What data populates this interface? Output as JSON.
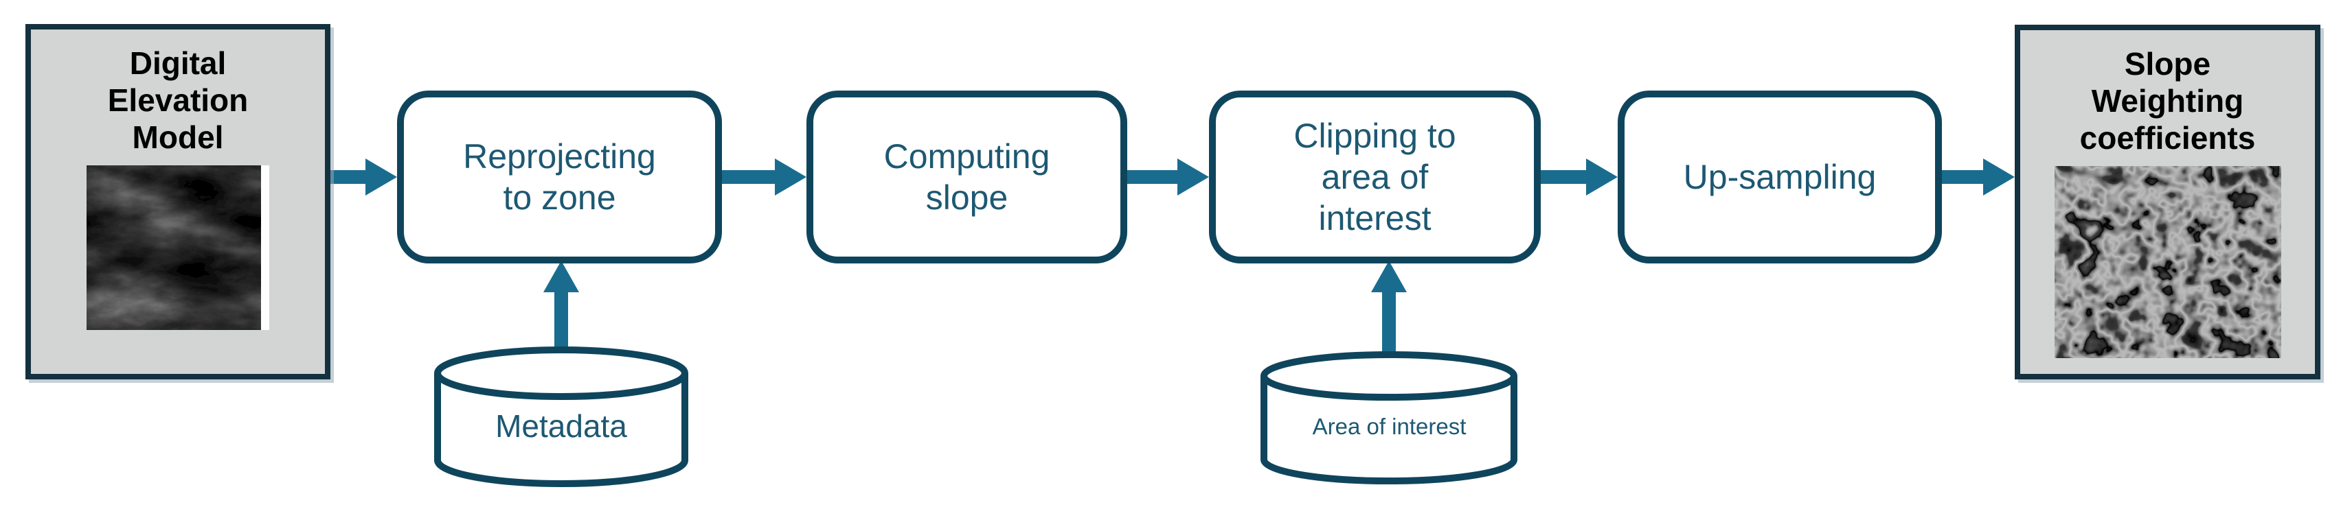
{
  "diagram": {
    "colors": {
      "arrow": "#1a6c8f",
      "process_border": "#0f455c",
      "process_text": "#1d5872",
      "terminal_border": "#14313f",
      "terminal_fill": "#d3d4d4",
      "terminal_text": "#000000",
      "background": "#ffffff"
    },
    "input_node": {
      "label": "Digital Elevation Model",
      "preview": "dem-terrain-thumbnail"
    },
    "process_nodes": [
      {
        "label": "Reprojecting to zone"
      },
      {
        "label": "Computing slope"
      },
      {
        "label": "Clipping to area of interest"
      },
      {
        "label": "Up-sampling"
      }
    ],
    "output_node": {
      "label": "Slope Weighting coefficients",
      "preview": "slope-texture-thumbnail"
    },
    "data_stores": [
      {
        "label": "Metadata",
        "feeds": "Reprojecting to zone"
      },
      {
        "label": "Area of interest",
        "feeds": "Clipping to area of interest"
      }
    ],
    "flow": [
      "Digital Elevation Model",
      "Reprojecting to zone",
      "Computing slope",
      "Clipping to area of interest",
      "Up-sampling",
      "Slope Weighting coefficients"
    ]
  }
}
